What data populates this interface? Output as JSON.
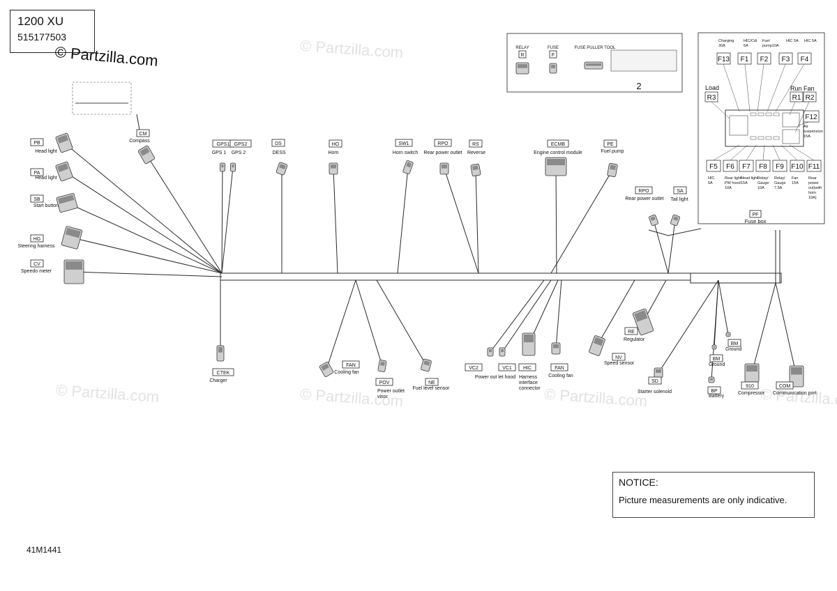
{
  "header": {
    "model": "1200 XU",
    "part_number": "515177503",
    "brand": "© Partzilla.com"
  },
  "watermark": "© Partzilla.com",
  "drawing_code": "41M1441",
  "notice": {
    "heading": "NOTICE:",
    "text": "Picture measurements are only indicative."
  },
  "colors": {
    "line": "#2a2a2a",
    "watermark": "#e2e2e2",
    "component": "#555555"
  },
  "legend": {
    "items": [
      {
        "code": "R",
        "label": "RELAY"
      },
      {
        "code": "F",
        "label": "FUSE"
      },
      {
        "code": "",
        "label": "FUSE PULLER TOOL"
      }
    ],
    "callout": "2"
  },
  "connectors": [
    {
      "id": "cm",
      "code": "CM",
      "lines": [
        "Compass"
      ]
    },
    {
      "id": "pb",
      "code": "PB",
      "lines": [
        "Head light"
      ]
    },
    {
      "id": "pa",
      "code": "PA",
      "lines": [
        "Head light"
      ]
    },
    {
      "id": "sb",
      "code": "SB",
      "lines": [
        "Start button"
      ]
    },
    {
      "id": "hg",
      "code": "HG",
      "lines": [
        "Steering harness"
      ]
    },
    {
      "id": "cv",
      "code": "CV",
      "lines": [
        "Speedo meter"
      ]
    },
    {
      "id": "gps1",
      "code": "GPS1",
      "lines": [
        "GPS 1"
      ]
    },
    {
      "id": "gps2",
      "code": "GPS2",
      "lines": [
        "GPS 2"
      ]
    },
    {
      "id": "ds",
      "code": "DS",
      "lines": [
        "DESS"
      ]
    },
    {
      "id": "ho",
      "code": "HO",
      "lines": [
        "Horn"
      ]
    },
    {
      "id": "sw1",
      "code": "SW1",
      "lines": [
        "Horn switch"
      ]
    },
    {
      "id": "rpo1",
      "code": "RPO",
      "lines": [
        "Rear power outlet"
      ]
    },
    {
      "id": "rs",
      "code": "RS",
      "lines": [
        "Reverse"
      ]
    },
    {
      "id": "ecmb",
      "code": "ECMB",
      "lines": [
        "Engine control module"
      ]
    },
    {
      "id": "pe",
      "code": "PE",
      "lines": [
        "Fuel pump"
      ]
    },
    {
      "id": "rpo2",
      "code": "RPO",
      "lines": [
        "Rear power outlet"
      ]
    },
    {
      "id": "sa",
      "code": "SA",
      "lines": [
        "Tail light"
      ]
    },
    {
      "id": "pf",
      "code": "PF",
      "lines": [
        "Fuse box"
      ]
    },
    {
      "id": "ctek",
      "code": "CTEK",
      "lines": [
        "Charger"
      ]
    },
    {
      "id": "fan1",
      "code": "FAN",
      "lines": [
        "Cooling fan"
      ]
    },
    {
      "id": "pov",
      "code": "POV",
      "lines": [
        "Power outlet",
        "visor"
      ]
    },
    {
      "id": "ne",
      "code": "NE",
      "lines": [
        "Fuel level sensor"
      ]
    },
    {
      "id": "vc2",
      "code": "VC2",
      "lines": []
    },
    {
      "id": "vc1",
      "code": "VC1",
      "lines": [
        "Power out let hood"
      ]
    },
    {
      "id": "hic",
      "code": "HIC",
      "lines": [
        "Harness",
        "interface",
        "connector"
      ]
    },
    {
      "id": "fan2",
      "code": "FAN",
      "lines": [
        "Cooling fan"
      ]
    },
    {
      "id": "re",
      "code": "RE",
      "lines": [
        "Regulator"
      ]
    },
    {
      "id": "nv",
      "code": "NV",
      "lines": [
        "Speed sensor"
      ]
    },
    {
      "id": "sd",
      "code": "SD",
      "lines": [
        "Starter solenoid"
      ]
    },
    {
      "id": "bm1",
      "code": "BM",
      "lines": [
        "Ground"
      ]
    },
    {
      "id": "bm2",
      "code": "BM",
      "lines": [
        "Ground"
      ]
    },
    {
      "id": "bp",
      "code": "BP",
      "lines": [
        "Battery"
      ]
    },
    {
      "id": "c910",
      "code": "910",
      "lines": [
        "Compressor"
      ]
    },
    {
      "id": "com",
      "code": "COM",
      "lines": [
        "Communication port"
      ]
    }
  ],
  "fusebox": {
    "top_labels": [
      {
        "id": "f13",
        "text": [
          "Charging",
          "30A"
        ]
      },
      {
        "id": "f1",
        "text": [
          "HIC/Cdi",
          "5A"
        ]
      },
      {
        "id": "f2",
        "text": [
          "Fuel",
          "pump10A"
        ]
      },
      {
        "id": "f3",
        "text": [
          "HIC 5A"
        ]
      },
      {
        "id": "f4",
        "text": [
          "HIC 5A"
        ]
      }
    ],
    "top_fuses": [
      "F13",
      "F1",
      "F2",
      "F3",
      "F4"
    ],
    "load_label": "Load",
    "run_fan_label": "Run Fan",
    "relays": [
      "R3",
      "R1",
      "R2"
    ],
    "f12": {
      "code": "F12",
      "text": [
        "Air",
        "suspension",
        "15A"
      ]
    },
    "bottom_fuses": [
      "F5",
      "F6",
      "F7",
      "F8",
      "F9",
      "F10",
      "F11"
    ],
    "bottom_labels": [
      {
        "id": "f5",
        "text": [
          "HIC",
          "5A"
        ]
      },
      {
        "id": "f6",
        "text": [
          "Rear light/",
          "PW hood",
          "10A"
        ]
      },
      {
        "id": "f7",
        "text": [
          "Head light",
          "15A"
        ]
      },
      {
        "id": "f8",
        "text": [
          "Relay/",
          "Gauge",
          "10A"
        ]
      },
      {
        "id": "f9",
        "text": [
          "Relay/",
          "Gauge",
          "7.5A"
        ]
      },
      {
        "id": "f10",
        "text": [
          "Fan",
          "15A"
        ]
      },
      {
        "id": "f11",
        "text": [
          "Rear",
          "power",
          "out(with",
          "horn",
          "10A)"
        ]
      }
    ]
  }
}
